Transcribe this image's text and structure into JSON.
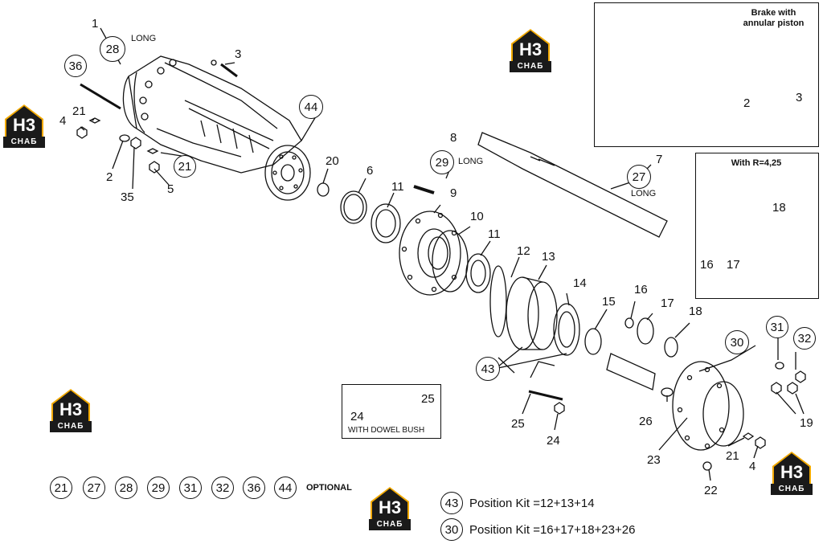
{
  "logo": {
    "mark": "H3",
    "sub": "СНАБ",
    "colors": {
      "orange": "#f2a900",
      "dark": "#1a1a1a"
    }
  },
  "insets": {
    "brake": {
      "title": "Brake with\nannular piston",
      "labels": [
        "2",
        "3"
      ]
    },
    "ratio": {
      "title": "With R=4,25",
      "labels": [
        "16",
        "17",
        "18"
      ]
    },
    "dowel": {
      "caption": "WITH DOWEL BUSH",
      "labels": [
        "24",
        "25"
      ]
    }
  },
  "long_labels": {
    "l28": "LONG",
    "l29": "LONG",
    "l27": "LONG"
  },
  "optional": {
    "items": [
      "21",
      "27",
      "28",
      "29",
      "31",
      "32",
      "36",
      "44"
    ],
    "text": "OPTIONAL"
  },
  "kits": [
    {
      "num": "43",
      "text": "Position Kit =12+13+14"
    },
    {
      "num": "30",
      "text": "Position Kit =16+17+18+23+26"
    }
  ],
  "callouts_plain": [
    "1",
    "3",
    "4",
    "21",
    "2",
    "35",
    "5",
    "8",
    "20",
    "6",
    "11",
    "9",
    "10",
    "11",
    "12",
    "13",
    "14",
    "15",
    "16",
    "17",
    "18",
    "7",
    "25",
    "24",
    "25",
    "24",
    "26",
    "23",
    "21",
    "4",
    "22",
    "19",
    "3",
    "2",
    "18",
    "16",
    "17"
  ],
  "callouts_circled": [
    "28",
    "36",
    "21",
    "44",
    "29",
    "27",
    "43",
    "30",
    "31",
    "32"
  ]
}
